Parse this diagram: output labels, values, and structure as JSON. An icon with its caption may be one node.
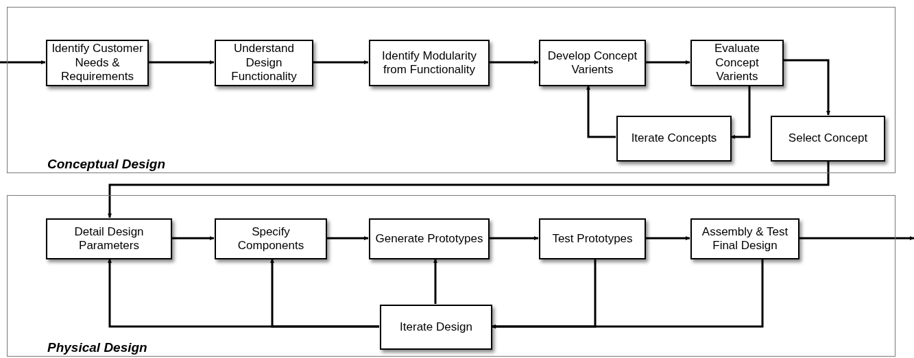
{
  "diagram": {
    "nodes": [
      {
        "text": [
          "Conceptual Design"
        ]
      },
      {
        "text": [
          "Identify Customer Needs & Requirements"
        ],
        "in": 0
      },
      {
        "text": [
          "Understand Design Functionality"
        ],
        "in": 0
      },
      {
        "text": [
          "Identify Modularity from Functionality"
        ],
        "in": 0
      },
      {
        "text": [
          "Develop Concept Varients"
        ],
        "in": 0
      },
      {
        "text": [
          "Evaluate Concept Varients"
        ],
        "in": 0
      },
      {
        "text": [
          "Iterate Concepts"
        ],
        "in": 0
      },
      {
        "text": [
          "Select Concept"
        ],
        "in": 0
      },
      {
        "text": [
          "Physical Design"
        ]
      },
      {
        "text": [
          "Detail Design Parameters"
        ],
        "in": 8
      },
      {
        "text": [
          "Specify Components"
        ],
        "in": 8
      },
      {
        "text": [
          "Generate Prototypes"
        ],
        "in": 8
      },
      {
        "text": [
          "Test Prototypes"
        ],
        "in": 8
      },
      {
        "text": [
          "Assembly & Test Final Design"
        ],
        "in": 8
      },
      {
        "text": [
          "Iterate Design"
        ],
        "in": 8
      }
    ],
    "edges": [
      {
        "from": null,
        "to": 1,
        "arrow": "to"
      },
      {
        "from": 1,
        "to": 2,
        "arrow": "to"
      },
      {
        "from": 2,
        "to": 3,
        "arrow": "to"
      },
      {
        "from": 3,
        "to": 4,
        "arrow": "to"
      },
      {
        "from": 4,
        "to": 5,
        "arrow": "to"
      },
      {
        "from": 5,
        "to": 6,
        "arrow": "to"
      },
      {
        "from": 6,
        "to": 4,
        "arrow": "to"
      },
      {
        "from": 5,
        "to": 7,
        "arrow": "to"
      },
      {
        "from": 7,
        "to": 9,
        "arrow": "to"
      },
      {
        "from": 9,
        "to": 10,
        "arrow": "to"
      },
      {
        "from": 10,
        "to": 11,
        "arrow": "to"
      },
      {
        "from": 11,
        "to": 12,
        "arrow": "to"
      },
      {
        "from": 12,
        "to": 13,
        "arrow": "to"
      },
      {
        "from": 13,
        "to": null,
        "arrow": "to"
      },
      {
        "from": 14,
        "to": 9,
        "arrow": "to"
      },
      {
        "from": 14,
        "to": 10,
        "arrow": "to"
      },
      {
        "from": 14,
        "to": 11,
        "arrow": "to"
      },
      {
        "from": 12,
        "to": 14,
        "arrow": "to"
      },
      {
        "from": 13,
        "to": 14,
        "arrow": "to"
      }
    ]
  }
}
